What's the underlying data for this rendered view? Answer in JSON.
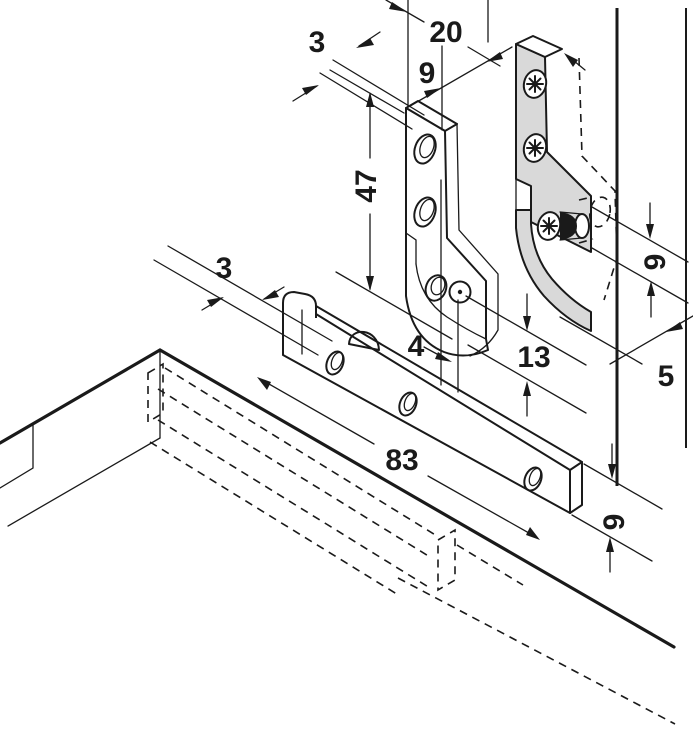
{
  "drawing": {
    "kind": "technical-installation-diagram",
    "subject": "pivot-hinge mounting on panel and door edge"
  },
  "dims": {
    "gap_top": "3",
    "top_offset": "20",
    "plate_width": "9",
    "hole_spacing": "47",
    "gap_left": "3",
    "pin_offset": "4",
    "pivot_height": "13",
    "edge_distance": "9",
    "reveal": "5",
    "rail_length": "83",
    "rail_height": "9"
  },
  "colors": {
    "line": "#1a1a1a",
    "plate_fill": "#d9d9d9",
    "background": "#ffffff"
  }
}
